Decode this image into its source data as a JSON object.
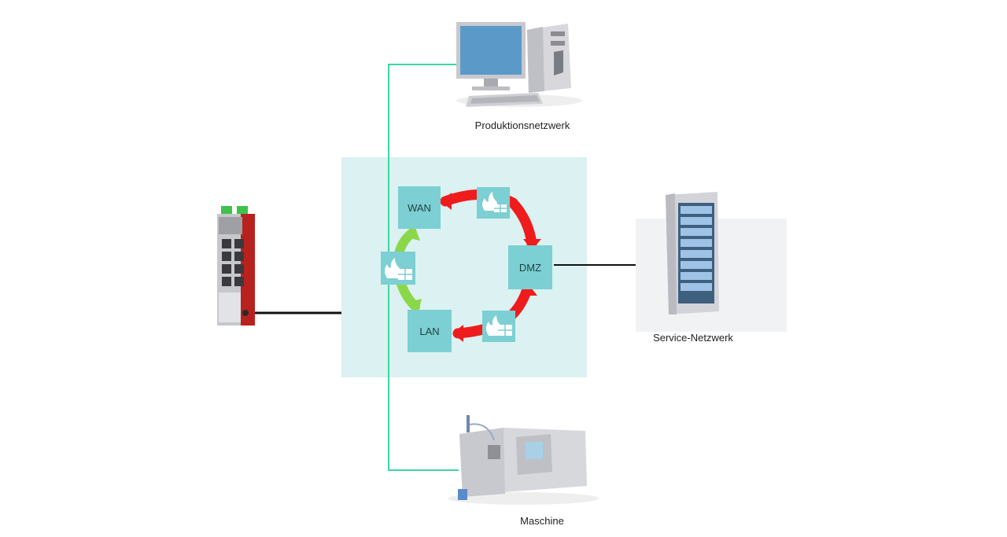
{
  "labels": {
    "production_network": "Produktionsnetzwerk",
    "service_network": "Service-Netzwerk",
    "machine": "Maschine"
  },
  "zones": {
    "wan": "WAN",
    "dmz": "DMZ",
    "lan": "LAN"
  },
  "colors": {
    "zone_background": "#dcf1f1",
    "zone_box": "#7ccfd2",
    "allowed_arrow": "#8ad84a",
    "blocked_arrow": "#ee1c1c",
    "green_line": "#3dd6a0",
    "black_line": "#111111",
    "router_red": "#b8221e"
  },
  "icons": {
    "firewall_wan_dmz": "firewall-icon",
    "firewall_dmz_lan": "firewall-icon",
    "firewall_lan_wan": "firewall-icon"
  }
}
